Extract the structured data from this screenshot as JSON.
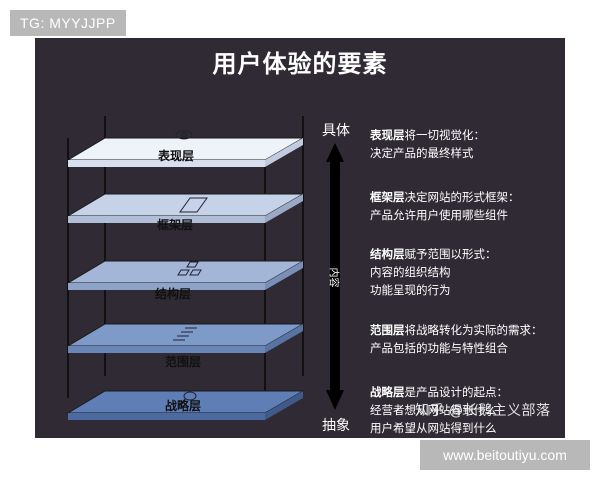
{
  "badges": {
    "tg": "TG: MYYJJPP",
    "site": "www.beitoutiyu.com"
  },
  "diagram": {
    "title": "用户体验的要素",
    "layers": [
      {
        "label": "表现层",
        "icon": "eye-icon"
      },
      {
        "label": "框架层",
        "icon": "frame-icon"
      },
      {
        "label": "结构层",
        "icon": "structure-icon"
      },
      {
        "label": "范围层",
        "icon": "list-icon"
      },
      {
        "label": "战略层",
        "icon": "lightbulb-icon"
      }
    ],
    "axis": {
      "top": "具体",
      "middle": "内容",
      "bottom": "抽象"
    },
    "descriptions": [
      {
        "term": "表现层",
        "line1": "将一切视觉化：",
        "line2": "决定产品的最终样式"
      },
      {
        "term": "框架层",
        "line1": "决定网站的形式框架：",
        "line2": "产品允许用户使用哪些组件"
      },
      {
        "term": "结构层",
        "line1": "赋予范围以形式：",
        "line2": "内容的组织结构",
        "line3": "功能呈现的行为"
      },
      {
        "term": "范围层",
        "line1": "将战略转化为实际的需求：",
        "line2": "产品包括的功能与特性组合"
      },
      {
        "term": "战略层",
        "line1": "是产品设计的起点：",
        "line2": "经营者想从网站得到什么",
        "line3": "用户希望从网站得到什么"
      }
    ],
    "watermark": "知乎 @长鹅主义部落"
  },
  "colors": {
    "background": "#2f2a33",
    "layer_fills": [
      "#e9eef7",
      "#c9d4ea",
      "#a9bbd9",
      "#8aa2c9",
      "#6f8cbf"
    ],
    "frame": "#111111"
  }
}
